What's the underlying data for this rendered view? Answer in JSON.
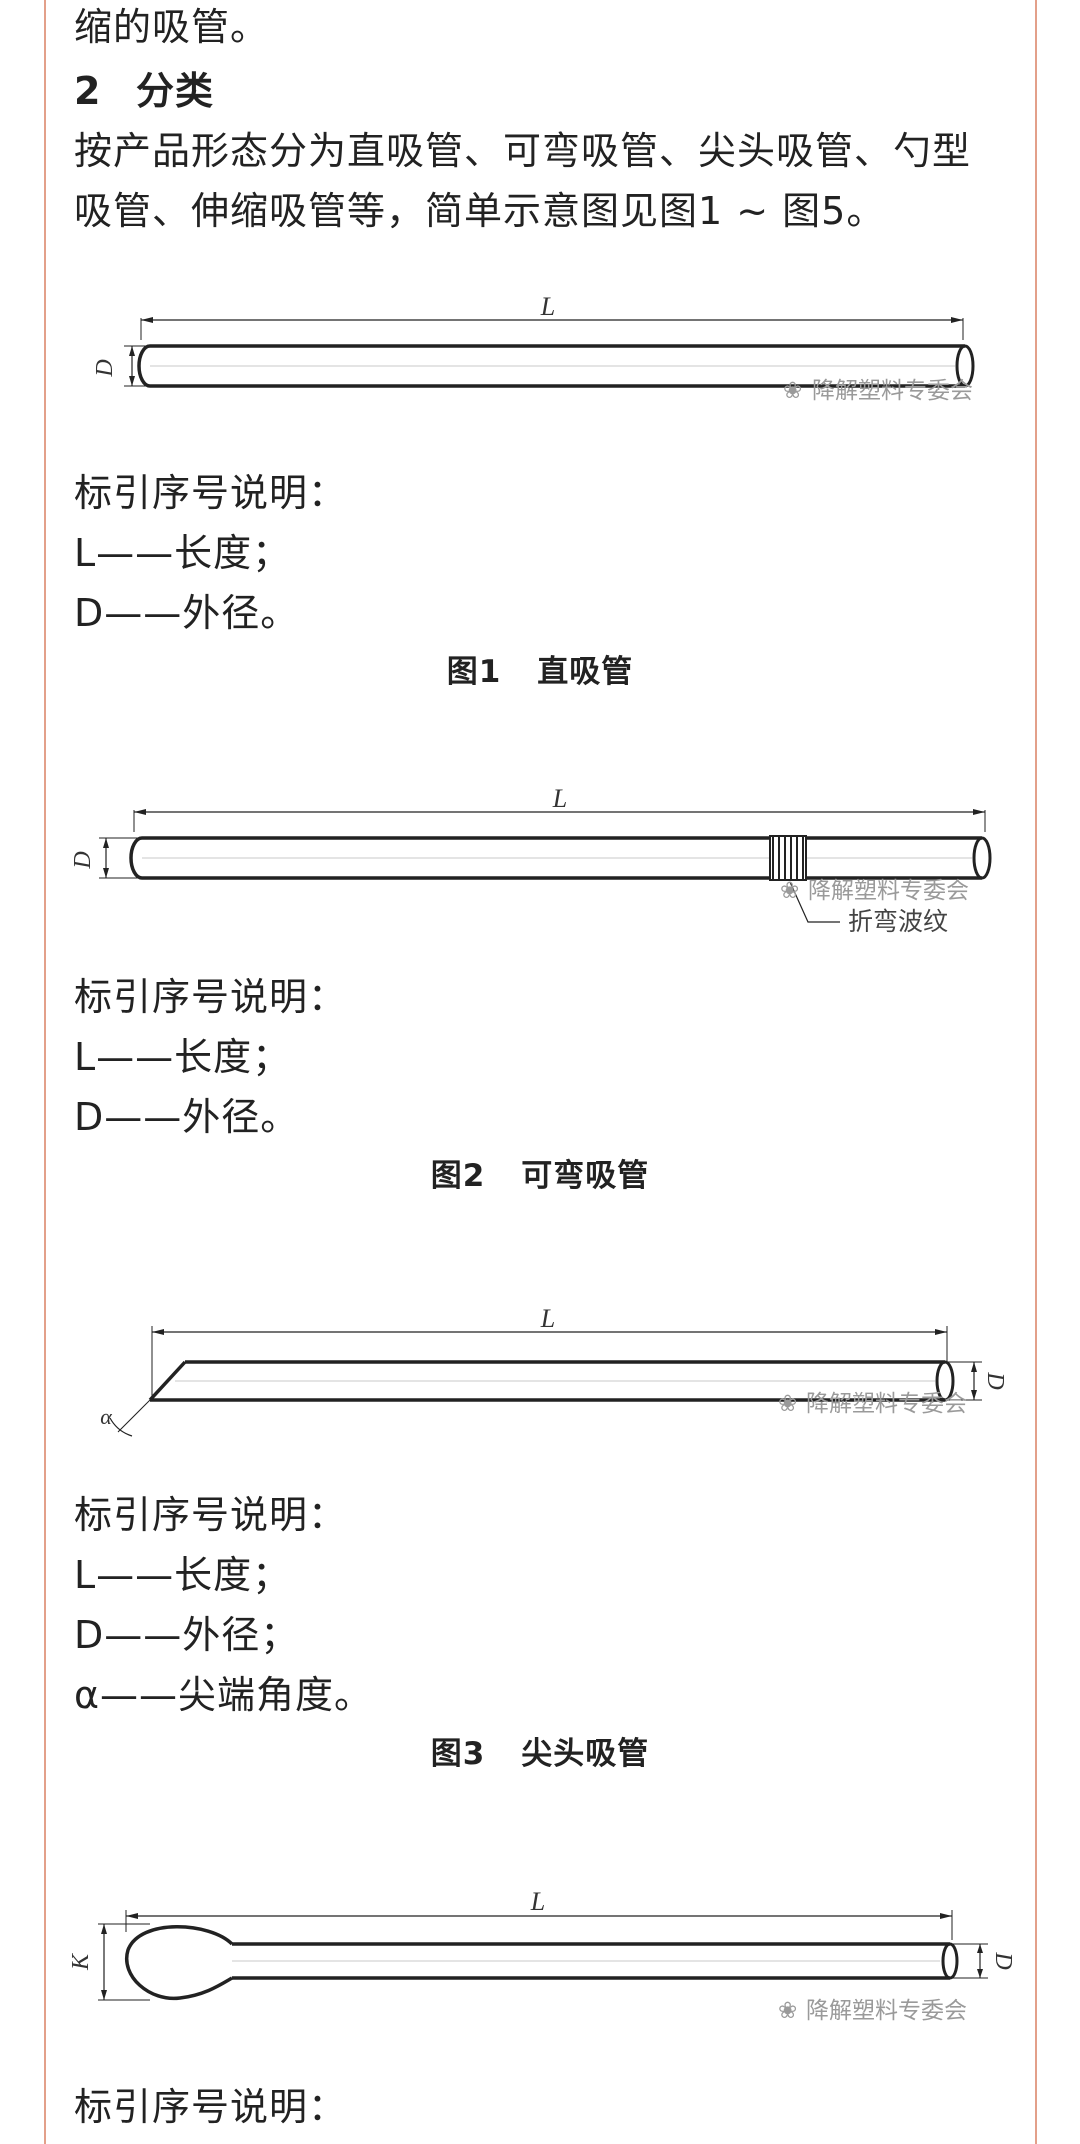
{
  "intro_tail": "缩的吸管。",
  "section": {
    "number": "2",
    "title": "分类"
  },
  "paragraph": {
    "line1": "按产品形态分为直吸管、可弯吸管、尖头吸管、勺型",
    "line2": "吸管、伸缩吸管等，简单示意图见图1 ~ 图5。"
  },
  "legend_heading": "标引序号说明：",
  "legend_length": "L——长度；",
  "legend_diameter_end": "D——外径。",
  "legend_diameter_mid": "D——外径；",
  "legend_alpha": "α——尖端角度。",
  "labels": {
    "L": "L",
    "D": "D",
    "alpha": "α",
    "K": "K",
    "bend": "折弯波纹"
  },
  "watermark": "降解塑料专委会",
  "figures": [
    {
      "number": "图1",
      "title": "直吸管"
    },
    {
      "number": "图2",
      "title": "可弯吸管"
    },
    {
      "number": "图3",
      "title": "尖头吸管"
    }
  ],
  "colors": {
    "border": "#e3a08a",
    "ink": "#222222",
    "watermark": "#9a9a9a"
  }
}
